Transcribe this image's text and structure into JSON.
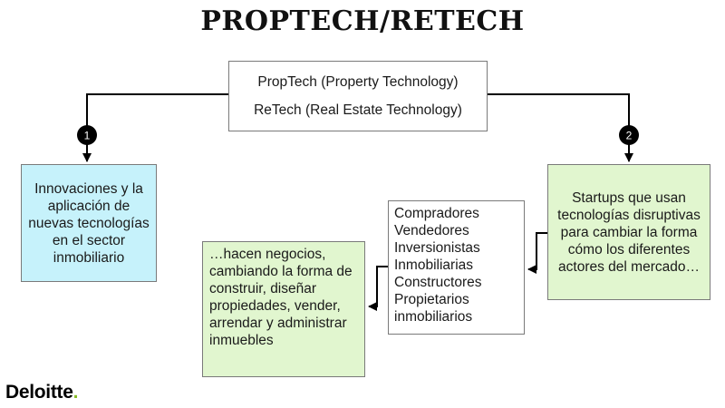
{
  "title": "PROPTECH/RETECH",
  "center": {
    "line1": "PropTech (Property Technology)",
    "line2": "ReTech (Real Estate Technology)"
  },
  "badges": [
    "1",
    "2"
  ],
  "left_box": "Innovaciones y la aplicación de nuevas tecnologías en el sector inmobiliario",
  "right_box": "Startups que usan tecnologías disruptivas para cambiar la forma cómo los diferentes actores del mercado…",
  "actors": [
    "Compradores",
    "Vendedores",
    "Inversionistas",
    "Inmobiliarias",
    "Constructores",
    "Propietarios inmobiliarios"
  ],
  "result_box": "…hacen negocios, cambiando la forma de construir, diseñar propiedades, vender, arrendar y administrar inmuebles",
  "logo": {
    "text": "Deloitte",
    "dot": ".",
    "dot_color": "#86bc25"
  },
  "colors": {
    "blue_box": "#c6f2fb",
    "green_box": "#e1f6cf",
    "badge": "#000000"
  }
}
